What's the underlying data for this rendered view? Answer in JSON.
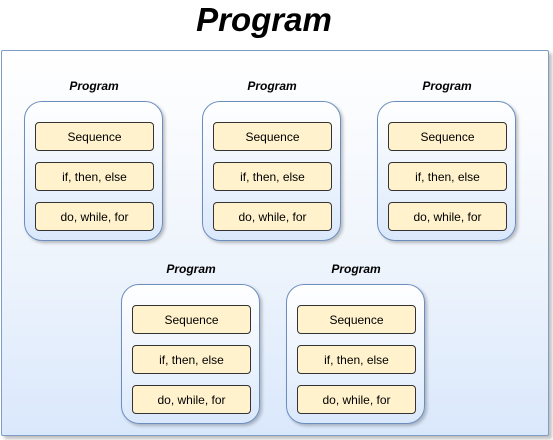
{
  "title": "Program",
  "programs": [
    {
      "label": "Program",
      "items": [
        "Sequence",
        "if, then, else",
        "do, while, for"
      ]
    },
    {
      "label": "Program",
      "items": [
        "Sequence",
        "if, then, else",
        "do, while, for"
      ]
    },
    {
      "label": "Program",
      "items": [
        "Sequence",
        "if, then, else",
        "do, while, for"
      ]
    },
    {
      "label": "Program",
      "items": [
        "Sequence",
        "if, then, else",
        "do, while, for"
      ]
    },
    {
      "label": "Program",
      "items": [
        "Sequence",
        "if, then, else",
        "do, while, for"
      ]
    }
  ],
  "colors": {
    "frame_border": "#7f9cc4",
    "box_fill": "#dae8fc",
    "box_border": "#6c8ebf",
    "item_fill": "#fff2cc"
  }
}
